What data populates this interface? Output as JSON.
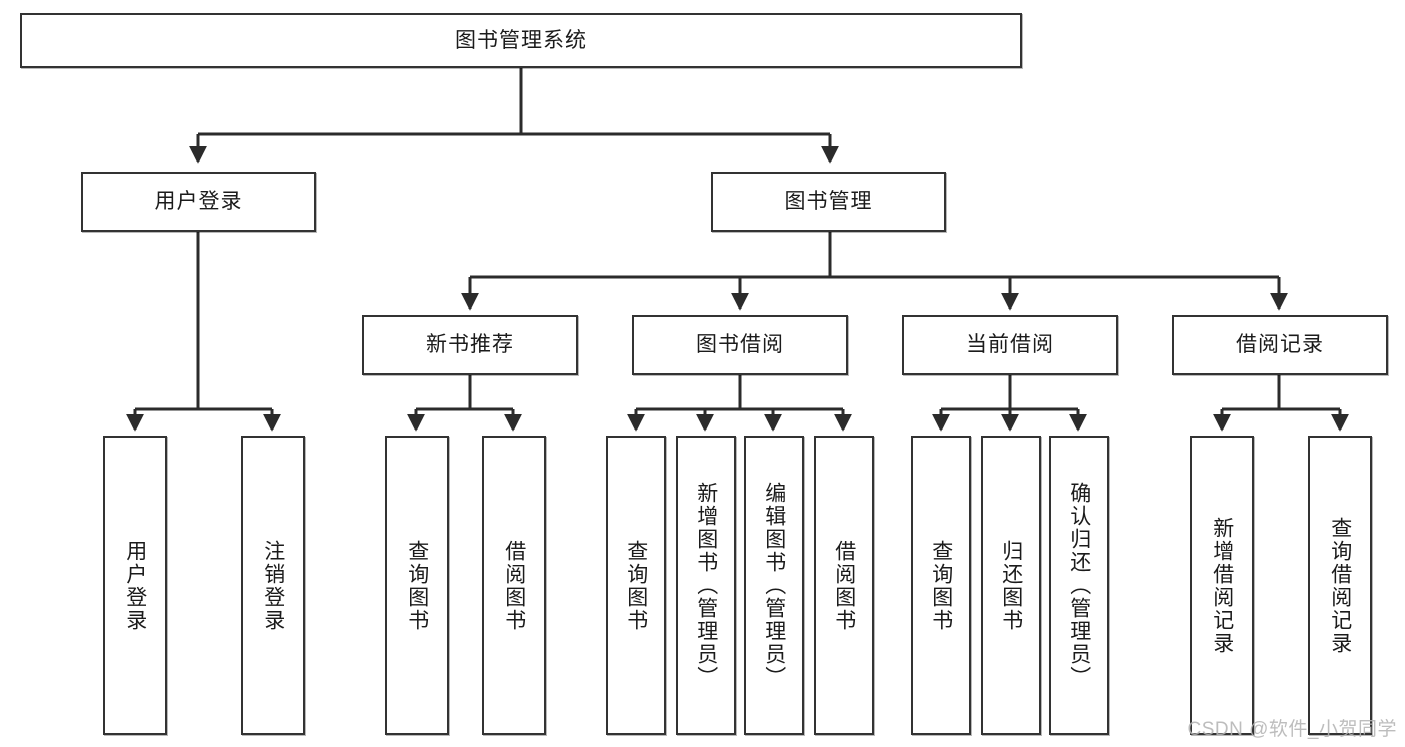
{
  "diagram": {
    "title": "图书管理系统",
    "type": "tree-hierarchy-diagram",
    "colors": {
      "box_border": "#333333",
      "box_fill": "#ffffff",
      "connector": "#2b2b2b",
      "text": "#1b1b1b",
      "watermark": "#b4b4b4",
      "background": "#ffffff"
    },
    "root": {
      "label": "图书管理系统"
    },
    "level2": [
      {
        "label": "用户登录"
      },
      {
        "label": "图书管理"
      }
    ],
    "level3": [
      {
        "label": "新书推荐"
      },
      {
        "label": "图书借阅"
      },
      {
        "label": "当前借阅"
      },
      {
        "label": "借阅记录"
      }
    ],
    "leaves_user_login": [
      {
        "label": "用户登录"
      },
      {
        "label": "注销登录"
      }
    ],
    "leaves_new_book": [
      {
        "label": "查询图书"
      },
      {
        "label": "借阅图书"
      }
    ],
    "leaves_borrow": [
      {
        "label": "查询图书"
      },
      {
        "label": "新增图书（管理员）"
      },
      {
        "label": "编辑图书（管理员）"
      },
      {
        "label": "借阅图书"
      }
    ],
    "leaves_current": [
      {
        "label": "查询图书"
      },
      {
        "label": "归还图书"
      },
      {
        "label": "确认归还（管理员）"
      }
    ],
    "leaves_records": [
      {
        "label": "新增借阅记录"
      },
      {
        "label": "查询借阅记录"
      }
    ]
  },
  "watermark": {
    "text": "CSDN @软件_小贺同学"
  }
}
